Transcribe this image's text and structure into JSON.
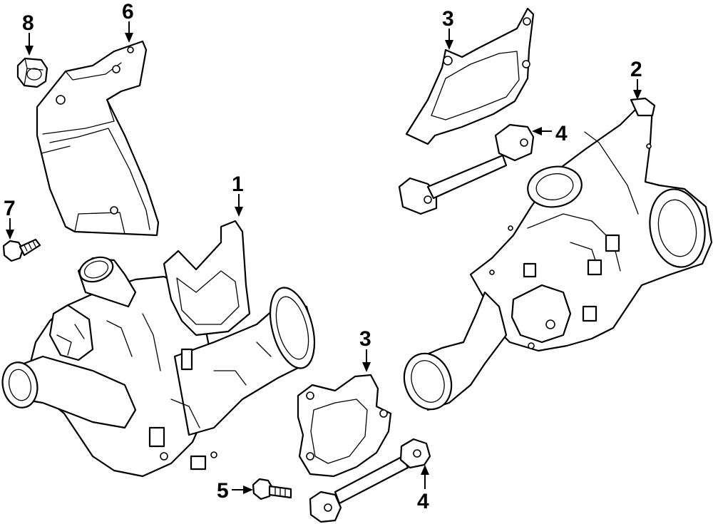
{
  "diagram": {
    "callouts": [
      {
        "id": "1",
        "label": "1"
      },
      {
        "id": "2",
        "label": "2"
      },
      {
        "id": "3a",
        "label": "3"
      },
      {
        "id": "3b",
        "label": "3"
      },
      {
        "id": "4a",
        "label": "4"
      },
      {
        "id": "4b",
        "label": "4"
      },
      {
        "id": "5",
        "label": "5"
      },
      {
        "id": "6",
        "label": "6"
      },
      {
        "id": "7",
        "label": "7"
      },
      {
        "id": "8",
        "label": "8"
      }
    ],
    "colors": {
      "line": "#000000",
      "background": "#ffffff"
    }
  }
}
